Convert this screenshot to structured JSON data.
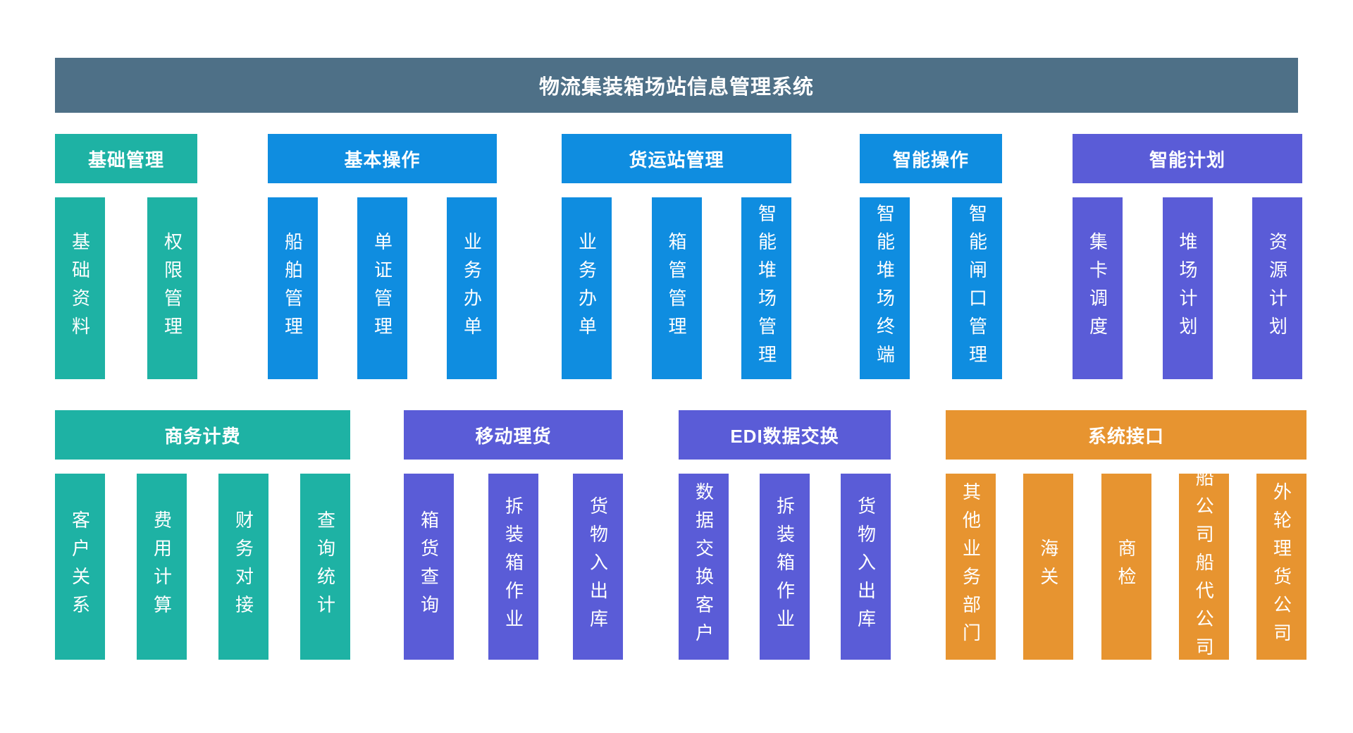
{
  "title": "物流集装箱场站信息管理系统",
  "colors": {
    "banner": "#4e7087",
    "teal": "#1eb2a4",
    "blue": "#0f8de0",
    "purple": "#5a5cd7",
    "orange": "#e79430",
    "text": "#ffffff",
    "background": "#ffffff"
  },
  "rows": [
    {
      "groups": [
        {
          "label": "基础管理",
          "color": "teal",
          "items": [
            "基础资料",
            "权限管理"
          ]
        },
        {
          "label": "基本操作",
          "color": "blue",
          "items": [
            "船舶管理",
            "单证管理",
            "业务办单"
          ]
        },
        {
          "label": "货运站管理",
          "color": "blue",
          "items": [
            "业务办单",
            "箱管管理",
            "智能堆场管理"
          ]
        },
        {
          "label": "智能操作",
          "color": "blue",
          "items": [
            "智能堆场终端",
            "智能闸口管理"
          ]
        },
        {
          "label": "智能计划",
          "color": "purple",
          "items": [
            "集卡调度",
            "堆场计划",
            "资源计划"
          ]
        }
      ]
    },
    {
      "groups": [
        {
          "label": "商务计费",
          "color": "teal",
          "items": [
            "客户关系",
            "费用计算",
            "财务对接",
            "查询统计"
          ]
        },
        {
          "label": "移动理货",
          "color": "purple",
          "items": [
            "箱货查询",
            "拆装箱作业",
            "货物入出库"
          ]
        },
        {
          "label": "EDI数据交换",
          "color": "purple",
          "items": [
            "数据交换客户",
            "拆装箱作业",
            "货物入出库"
          ]
        },
        {
          "label": "系统接口",
          "color": "orange",
          "items": [
            "其他业务部门",
            "海关",
            "商检",
            "船公司船代公司",
            "外轮理货公司"
          ]
        }
      ]
    }
  ]
}
